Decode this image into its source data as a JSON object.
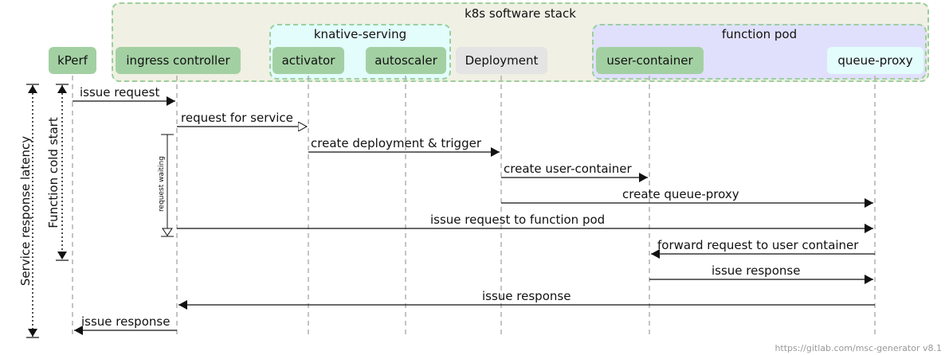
{
  "groups": {
    "stack": "k8s software stack",
    "knative": "knative-serving",
    "pod": "function pod"
  },
  "entities": {
    "kperf": "kPerf",
    "ingress": "ingress controller",
    "activator": "activator",
    "autoscaler": "autoscaler",
    "deployment": "Deployment",
    "user_container": "user-container",
    "queue_proxy": "queue-proxy"
  },
  "messages": [
    {
      "label": "issue request",
      "from": "kPerf",
      "to": "ingress controller",
      "arrow": "filled"
    },
    {
      "label": "request for service",
      "from": "ingress controller",
      "to": "activator",
      "arrow": "open"
    },
    {
      "label": "create deployment & trigger",
      "from": "activator",
      "to": "Deployment",
      "arrow": "filled"
    },
    {
      "label": "create user-container",
      "from": "Deployment",
      "to": "user-container",
      "arrow": "filled"
    },
    {
      "label": "create queue-proxy",
      "from": "Deployment",
      "to": "queue-proxy",
      "arrow": "filled"
    },
    {
      "label": "issue request to function pod",
      "from": "ingress controller",
      "to": "queue-proxy",
      "arrow": "filled"
    },
    {
      "label": "forward request to user container",
      "from": "queue-proxy",
      "to": "user-container",
      "arrow": "filled"
    },
    {
      "label": "issue response",
      "from": "user-container",
      "to": "queue-proxy",
      "arrow": "filled"
    },
    {
      "label": "issue response",
      "from": "queue-proxy",
      "to": "ingress controller",
      "arrow": "filled"
    },
    {
      "label": "issue response",
      "from": "ingress controller",
      "to": "kPerf",
      "arrow": "filled"
    }
  ],
  "spans": {
    "latency": "Service response latency",
    "cold_start": "Function cold start",
    "waiting": "request waiting"
  },
  "credit": "https://gitlab.com/msc-generator v8.1"
}
